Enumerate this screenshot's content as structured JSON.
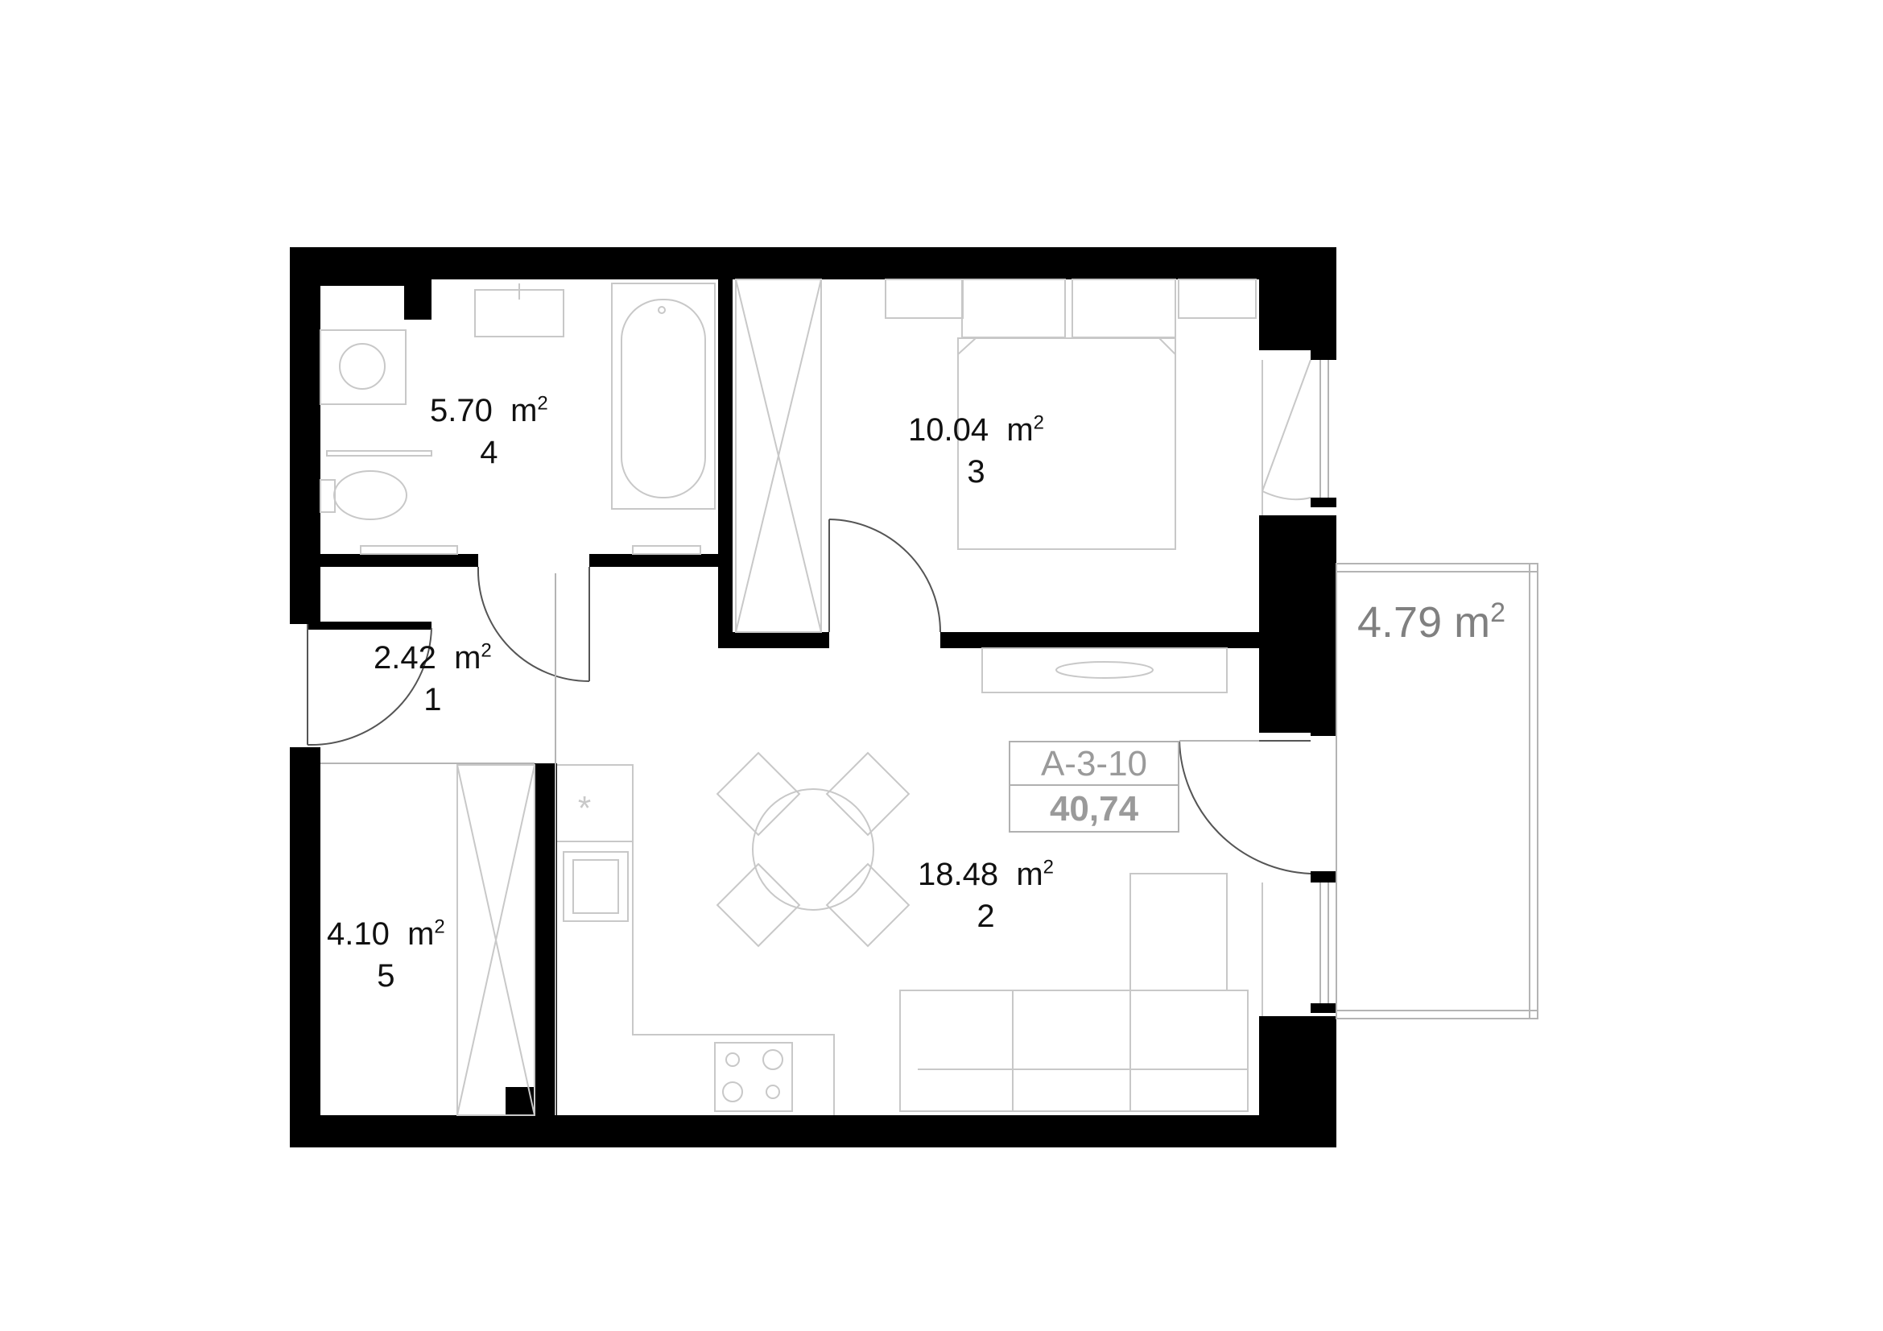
{
  "rooms": [
    {
      "id": "room-4",
      "area": "5.70",
      "unit": "m",
      "exp": "2",
      "number": "4"
    },
    {
      "id": "room-3",
      "area": "10.04",
      "unit": "m",
      "exp": "2",
      "number": "3"
    },
    {
      "id": "room-1",
      "area": "2.42",
      "unit": "m",
      "exp": "2",
      "number": "1"
    },
    {
      "id": "room-5",
      "area": "4.10",
      "unit": "m",
      "exp": "2",
      "number": "5"
    },
    {
      "id": "room-2",
      "area": "18.48",
      "unit": "m",
      "exp": "2",
      "number": "2"
    }
  ],
  "balcony": {
    "area": "4.79",
    "unit": "m",
    "exp": "2"
  },
  "apartment": {
    "code": "A-3-10",
    "total": "40,74"
  }
}
